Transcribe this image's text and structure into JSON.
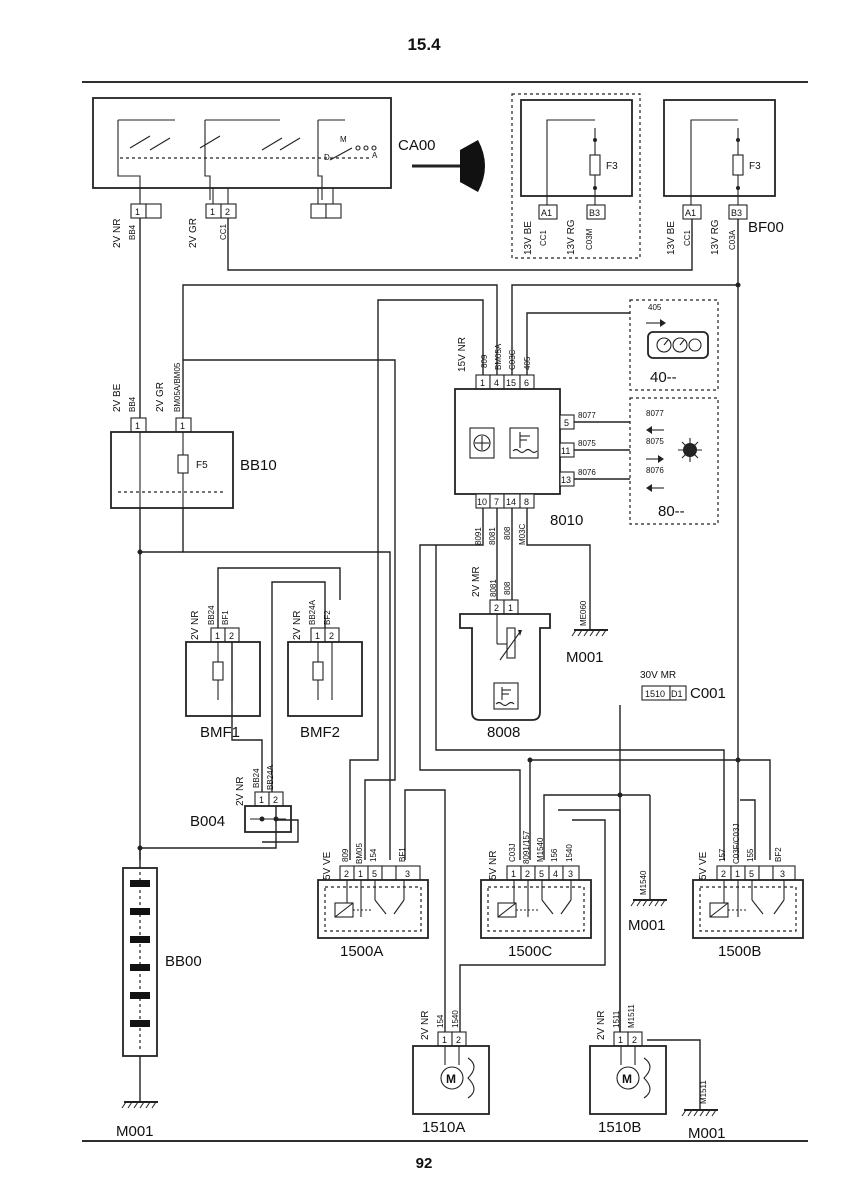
{
  "page": {
    "section": "15.4",
    "number": "92"
  },
  "components": {
    "ca00": "CA00",
    "bf00": "BF00",
    "f3": "F3",
    "bb10": "BB10",
    "f5": "F5",
    "c8010": "8010",
    "dash40": "40--",
    "fan80": "80--",
    "c8008": "8008",
    "bmf1": "BMF1",
    "bmf2": "BMF2",
    "b004": "B004",
    "c001": "C001",
    "bb00": "BB00",
    "r1500a": "1500A",
    "r1500c": "1500C",
    "r1500b": "1500B",
    "m1510a": "1510A",
    "m1510b": "1510B",
    "m001": "M001"
  },
  "connectors": {
    "ca00_left": "2V NR",
    "ca00_mid": "2V GR",
    "f3_box1": "13V BE",
    "f3_box1_b": "13V RG",
    "bb10_left": "2V BE",
    "bb10_right": "2V GR",
    "c8010": "15V NR",
    "c8008": "2V MR",
    "bmf1": "2V NR",
    "bmf2": "2V NR",
    "b004": "2V NR",
    "c001": "30V MR",
    "r1500a": "5V VE",
    "r1500c": "5V NR",
    "r1500b": "5V VE",
    "m1510a": "2V NR",
    "m1510b": "2V NR"
  },
  "wires": {
    "bb4": "BB4",
    "cc1": "CC1",
    "c03m": "C03M",
    "c03a": "C03A",
    "bm05a_bm05": "BM05A/BM05",
    "w809": "809",
    "bm05a": "BM05A",
    "c03c": "C03C",
    "w405": "405",
    "w8077": "8077",
    "w8075": "8075",
    "w8076": "8076",
    "w8091": "8091",
    "w8081": "8081",
    "w808": "808",
    "m03c": "M03C",
    "me060": "ME060",
    "bb24": "BB24",
    "bf1": "BF1",
    "bb24a": "BB24A",
    "bf2": "BF2",
    "bm05": "BM05",
    "w154": "154",
    "c03j": "C03J",
    "w8091_157": "8091/157",
    "m1540": "M1540",
    "w156": "156",
    "w1540": "1540",
    "w157": "157",
    "c03f_c03j": "C03F/C03J",
    "w155": "155",
    "w1511": "1511",
    "m1511": "M1511",
    "w1510": "1510"
  },
  "pins": {
    "a1": "A1",
    "b3": "B3",
    "d1": "D1",
    "p1": "1",
    "p2": "2",
    "p3": "3",
    "p4": "4",
    "p5": "5",
    "p6": "6",
    "p7": "7",
    "p8": "8",
    "p10": "10",
    "p11": "11",
    "p13": "13",
    "p14": "14",
    "p15": "15"
  },
  "switch_positions": {
    "d": "D",
    "m": "M",
    "a": "A"
  }
}
